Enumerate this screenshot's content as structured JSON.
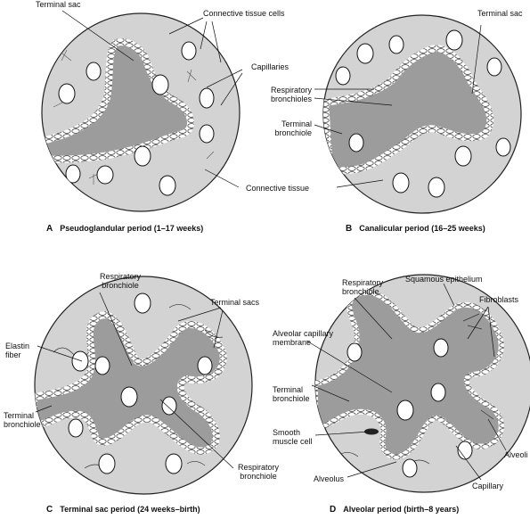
{
  "panels": [
    {
      "letter": "A",
      "title": "Pseudoglandular period (1–17 weeks)",
      "labels": {
        "terminal_sac": "Terminal sac",
        "connective_tissue_cells": "Connective tissue cells",
        "capillaries": "Capillaries",
        "connective_tissue": "Connective tissue"
      }
    },
    {
      "letter": "B",
      "title": "Canalicular period (16–25 weeks)",
      "labels": {
        "terminal_sac": "Terminal sac",
        "respiratory_bronchioles": "Respiratory\nbronchioles",
        "terminal_bronchiole": "Terminal\nbronchiole"
      }
    },
    {
      "letter": "C",
      "title": "Terminal sac period (24 weeks–birth)",
      "labels": {
        "respiratory_bronchiole_top": "Respiratory\nbronchiole",
        "terminal_sacs": "Terminal sacs",
        "elastin_fiber": "Elastin\nfiber",
        "terminal_bronchiole": "Terminal\nbronchiole",
        "respiratory_bronchiole_bottom": "Respiratory\nbronchiole"
      }
    },
    {
      "letter": "D",
      "title": "Alveolar period (birth–8 years)",
      "labels": {
        "respiratory_bronchiole": "Respiratory\nbronchiole",
        "squamous_epithelium": "Squamous epithelium",
        "fibroblasts": "Fibroblasts",
        "alveolar_capillary_membrane": "Alveolar capillary\nmembrane",
        "terminal_bronchiole": "Terminal\nbronchiole",
        "smooth_muscle_cell": "Smooth\nmuscle cell",
        "alveoli": "Alveoli",
        "alveolus": "Alveolus",
        "capillary": "Capillary"
      }
    }
  ],
  "colors": {
    "tissue": "#d3d3d3",
    "lumen": "#9c9c9c",
    "outline": "#222222",
    "epithelium": "#ffffff"
  }
}
